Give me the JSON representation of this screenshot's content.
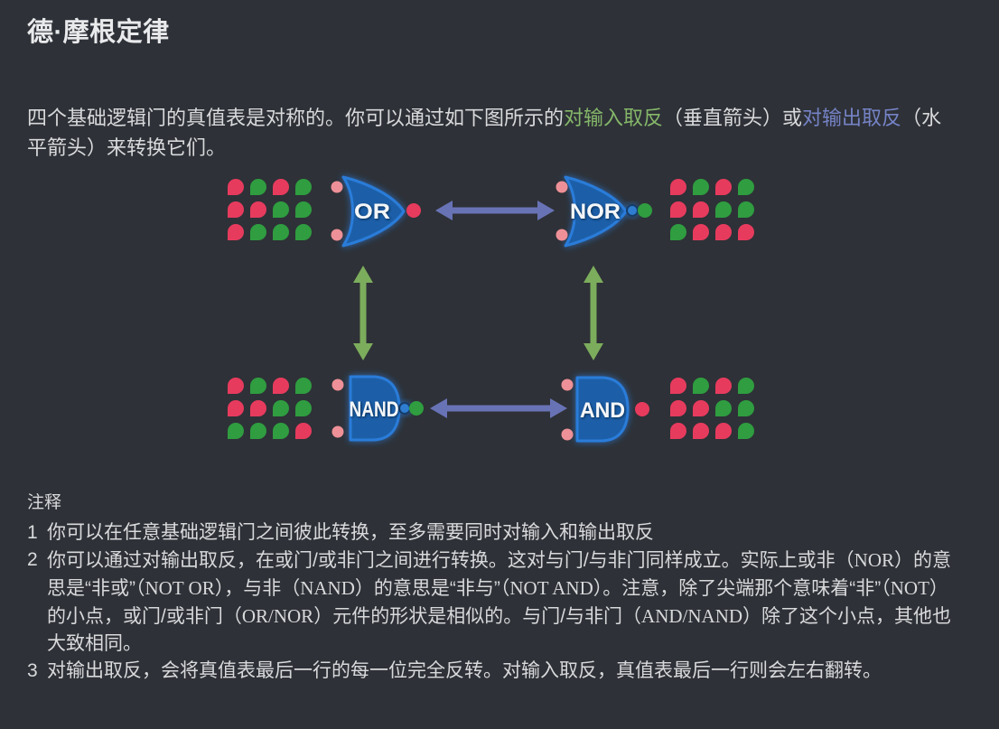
{
  "page_title": "德·摩根定律",
  "intro_segments": [
    {
      "text": "四个基础逻辑门的真值表是对称的。你可以通过如下图所示的",
      "style": "plain"
    },
    {
      "text": "对输入取反",
      "style": "invert-inputs"
    },
    {
      "text": "（垂直箭头）或",
      "style": "plain"
    },
    {
      "text": "对输出取反",
      "style": "invert-outputs"
    },
    {
      "text": "（水平箭头）来转换它们。",
      "style": "plain"
    }
  ],
  "notes": {
    "heading": "注释",
    "items": [
      {
        "num": "1",
        "segments": [
          {
            "text": "你可以在任意基础逻辑门之间彼此转换，至多需要同时对输入和输出取反",
            "style": "plain"
          }
        ]
      },
      {
        "num": "2",
        "segments": [
          {
            "text": "你可以通过对输出取反，在或门/或非门之间进行转换。这对与门/与非门同样成立。实际上或非（",
            "style": "plain"
          },
          {
            "text": "NOR",
            "style": "serif"
          },
          {
            "text": "）的意思是“非或”（",
            "style": "plain"
          },
          {
            "text": "NOT OR",
            "style": "serif"
          },
          {
            "text": "），与非（",
            "style": "plain"
          },
          {
            "text": "NAND",
            "style": "serif"
          },
          {
            "text": "）的意思是“非与”（",
            "style": "plain"
          },
          {
            "text": "NOT AND",
            "style": "serif"
          },
          {
            "text": "）。注意，除了尖端那个意味着“非”（",
            "style": "plain"
          },
          {
            "text": "NOT",
            "style": "serif"
          },
          {
            "text": "）的小点，或门/或非门（",
            "style": "plain"
          },
          {
            "text": "OR/NOR",
            "style": "serif"
          },
          {
            "text": "）元件的形状是相似的。与门/与非门（",
            "style": "plain"
          },
          {
            "text": "AND/NAND",
            "style": "serif"
          },
          {
            "text": "）除了这个小点，其他也大致相同。",
            "style": "plain"
          }
        ]
      },
      {
        "num": "3",
        "segments": [
          {
            "text": "对输出取反，会将真值表最后一行的每一位完全反转。对输入取反，真值表最后一行则会左右翻转。",
            "style": "plain"
          }
        ]
      }
    ]
  },
  "diagram": {
    "gates": [
      {
        "id": "or",
        "label": "OR",
        "shape": "or",
        "bubble": false,
        "output_color": "red",
        "inputs_color": "pink",
        "table_side": "left",
        "truth_table_rows": [
          "rgrg",
          "rrgg",
          "rggg"
        ]
      },
      {
        "id": "nor",
        "label": "NOR",
        "shape": "or",
        "bubble": true,
        "output_color": "green",
        "inputs_color": "pink",
        "table_side": "right",
        "truth_table_rows": [
          "rgrg",
          "rrgg",
          "grrr"
        ]
      },
      {
        "id": "nand",
        "label": "NAND",
        "shape": "and",
        "bubble": true,
        "output_color": "green",
        "inputs_color": "pink",
        "table_side": "left",
        "truth_table_rows": [
          "rgrg",
          "rrgg",
          "gggr"
        ]
      },
      {
        "id": "and",
        "label": "AND",
        "shape": "and",
        "bubble": false,
        "output_color": "red",
        "inputs_color": "pink",
        "table_side": "right",
        "truth_table_rows": [
          "rgrg",
          "rrgg",
          "rrrg"
        ]
      }
    ],
    "arrows": [
      {
        "between": "or-nor",
        "orientation": "horizontal",
        "meaning": "invert-outputs"
      },
      {
        "between": "nand-and",
        "orientation": "horizontal",
        "meaning": "invert-outputs"
      },
      {
        "between": "or-nand",
        "orientation": "vertical",
        "meaning": "invert-inputs"
      },
      {
        "between": "nor-and",
        "orientation": "vertical",
        "meaning": "invert-inputs"
      }
    ]
  },
  "colors": {
    "background": "#2e3137",
    "body_text": "#d8d9db",
    "title_text": "#e9eaec",
    "link_green": "#85b76a",
    "link_blue": "#7583c6",
    "arrow_green": "#7cad5c",
    "arrow_blue": "#6873b6",
    "dot_red": "#e73b5e",
    "dot_green": "#2f9d40",
    "dot_pink": "#ee9097",
    "gate_fill": "#1a5fa8",
    "gate_stroke": "#2b7cd9",
    "bubble_fill": "#2e7dd0",
    "gate_label": "#f4f6f8"
  }
}
